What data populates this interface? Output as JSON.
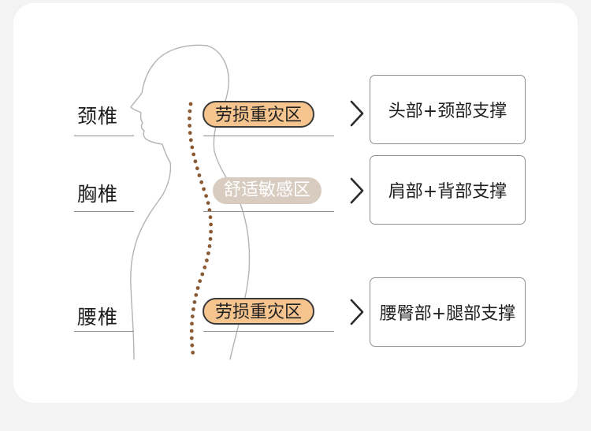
{
  "rows": [
    {
      "vertebra": "颈椎",
      "zone": "劳损重灾区",
      "zone_kind": "strain",
      "support": "头部+颈部支撑"
    },
    {
      "vertebra": "胸椎",
      "zone": "舒适敏感区",
      "zone_kind": "sensitive",
      "support": "肩部+背部支撑"
    },
    {
      "vertebra": "腰椎",
      "zone": "劳损重灾区",
      "zone_kind": "strain",
      "support": "腰臀部+腿部支撑"
    }
  ],
  "colors": {
    "strain_fill": "#f6c48e",
    "sensitive_fill": "#d8cbc0",
    "spine_dots": "#8a5a34",
    "outline": "#b0b0b0"
  },
  "icons": {
    "arrow": "chevron-right-icon",
    "spine": "dotted-spine",
    "body": "human-silhouette-outline"
  }
}
